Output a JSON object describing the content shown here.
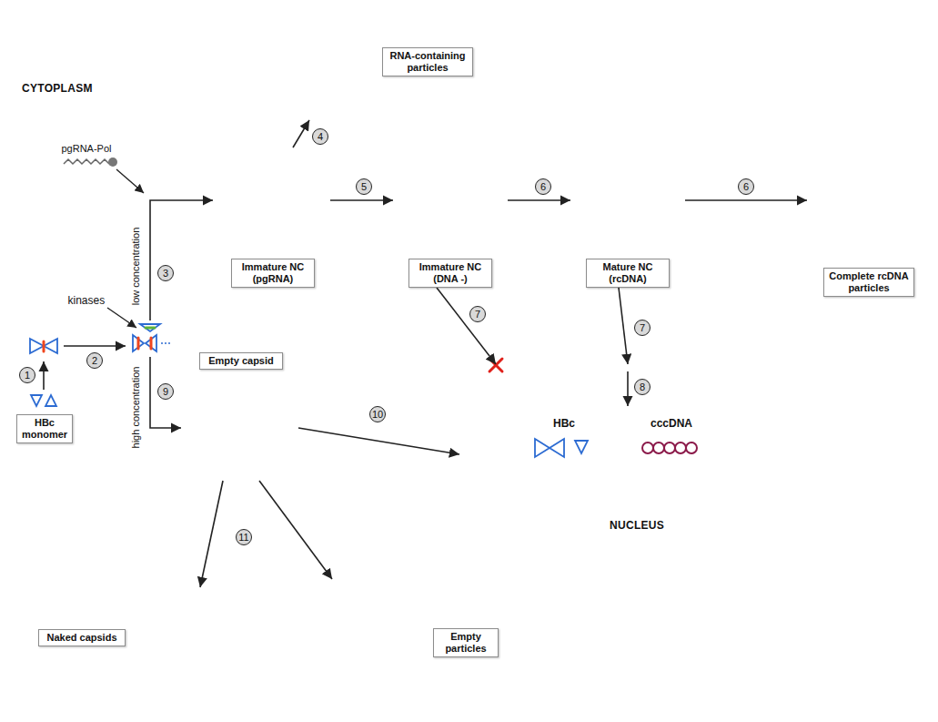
{
  "diagram": {
    "nodes": [
      {
        "text": [
          "CYTOPLASM"
        ]
      },
      {
        "text": [
          "Immature NC (pgRNA)"
        ],
        "in": 0
      },
      {
        "text": [
          "Immature NC (DNA -)"
        ],
        "in": 0
      },
      {
        "text": [
          "Mature NC (rcDNA)"
        ],
        "in": 0
      },
      {
        "text": [
          "Empty capsid"
        ],
        "in": 0
      },
      {
        "text": [
          "NUCLEUS"
        ],
        "in": 0
      },
      {
        "text": [
          "HBc monomer"
        ],
        "in": 0
      },
      {
        "text": [
          "RNA-containing particles"
        ]
      },
      {
        "text": [
          "Complete rcDNA particles"
        ]
      },
      {
        "text": [
          "Naked capsids"
        ]
      },
      {
        "text": [
          "Empty particles"
        ]
      }
    ],
    "edges": [
      {
        "from": 1,
        "to": 7,
        "arrow": "to"
      },
      {
        "from": 1,
        "to": 2,
        "arrow": "to"
      },
      {
        "from": 2,
        "to": 3,
        "arrow": "to"
      },
      {
        "from": 3,
        "to": 8,
        "arrow": "to"
      },
      {
        "from": 2,
        "to": 5,
        "arrow": "to"
      },
      {
        "from": 3,
        "to": 5,
        "arrow": "to"
      },
      {
        "from": 4,
        "to": 5,
        "arrow": "to"
      },
      {
        "from": 4,
        "to": 9,
        "arrow": "to"
      },
      {
        "from": 4,
        "to": 10,
        "arrow": "to"
      }
    ],
    "labels": [
      "pgRNA-Pol",
      "kinases",
      "low concentration",
      "high concentration",
      "HBc",
      "cccDNA",
      "1",
      "2",
      "3",
      "4",
      "5",
      "6",
      "6",
      "7",
      "7",
      "8",
      "9",
      "10",
      "11"
    ]
  }
}
